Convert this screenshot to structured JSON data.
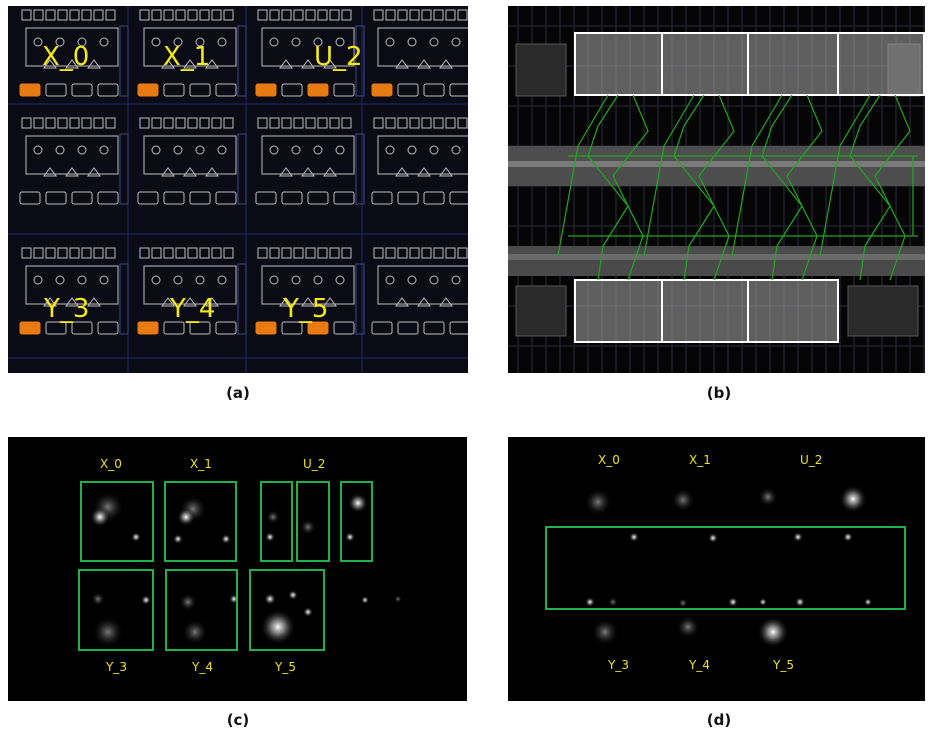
{
  "figure": {
    "captions": {
      "a": "(a)",
      "b": "(b)",
      "c": "(c)",
      "d": "(d)"
    }
  },
  "panel_a": {
    "labels": [
      "X_0",
      "X_1",
      "U_2",
      "Y_3",
      "Y_4",
      "Y_5"
    ],
    "colors": {
      "background": "#0b0b16",
      "cell_outline": "#c8c8c8",
      "highlight": "#e87a12",
      "label": "#f5ea14"
    }
  },
  "panel_b": {
    "colors": {
      "background": "#050505",
      "route": "#1fa81f",
      "bus": "#5a5a5a",
      "box": "#ffffff"
    }
  },
  "panel_c": {
    "top_labels": [
      "X_0",
      "X_1",
      "U_2"
    ],
    "bottom_labels": [
      "Y_3",
      "Y_4",
      "Y_5"
    ],
    "colors": {
      "background": "#000000",
      "box": "#22b04a",
      "label": "#f2e21a"
    }
  },
  "panel_d": {
    "top_labels": [
      "X_0",
      "X_1",
      "U_2"
    ],
    "bottom_labels": [
      "Y_3",
      "Y_4",
      "Y_5"
    ],
    "colors": {
      "background": "#000000",
      "box": "#22b04a",
      "label": "#f2e21a"
    }
  }
}
